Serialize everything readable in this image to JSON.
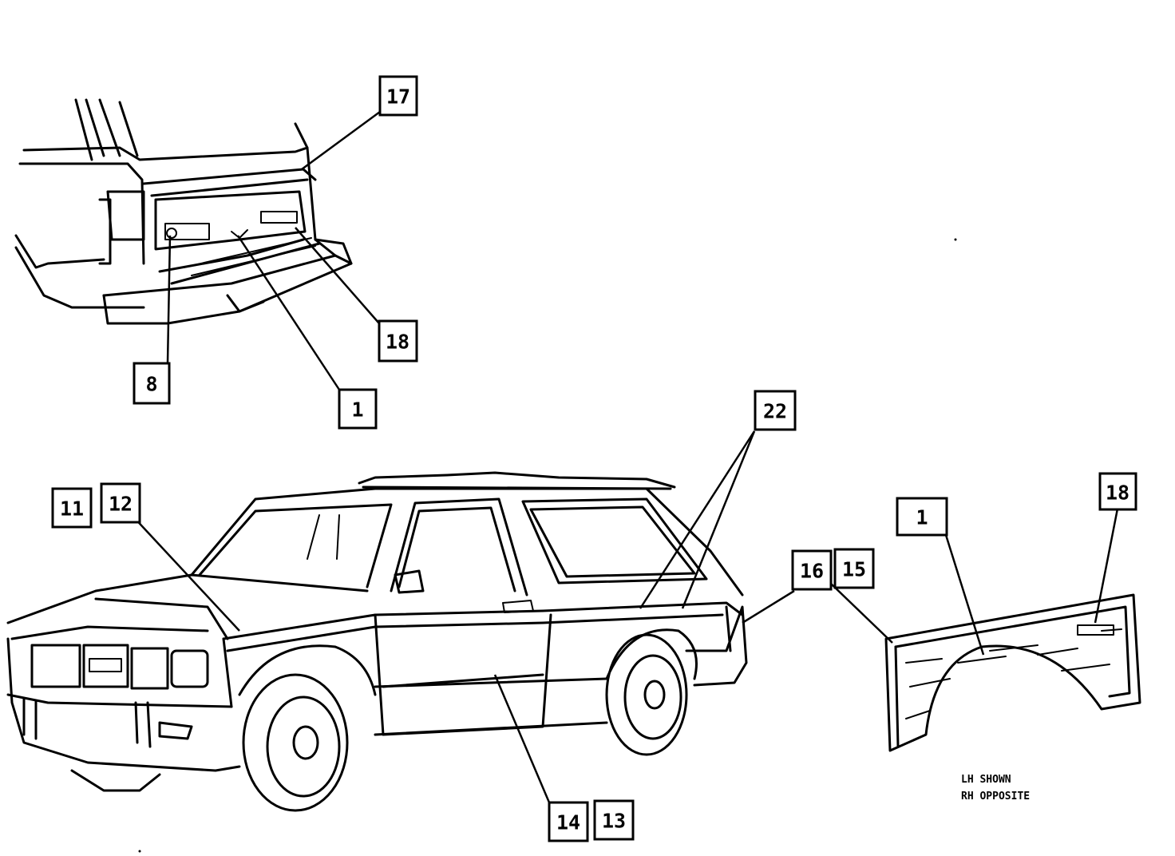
{
  "callouts": {
    "c17_top": "17",
    "c18_top": "18",
    "c8": "8",
    "c1_top": "1",
    "c22": "22",
    "c11": "11",
    "c12": "12",
    "c16": "16",
    "c15": "15",
    "c1_panel": "1",
    "c18_panel": "18",
    "c14": "14",
    "c13": "13"
  },
  "note": {
    "line1": "LH SHOWN",
    "line2": "RH OPPOSITE"
  }
}
